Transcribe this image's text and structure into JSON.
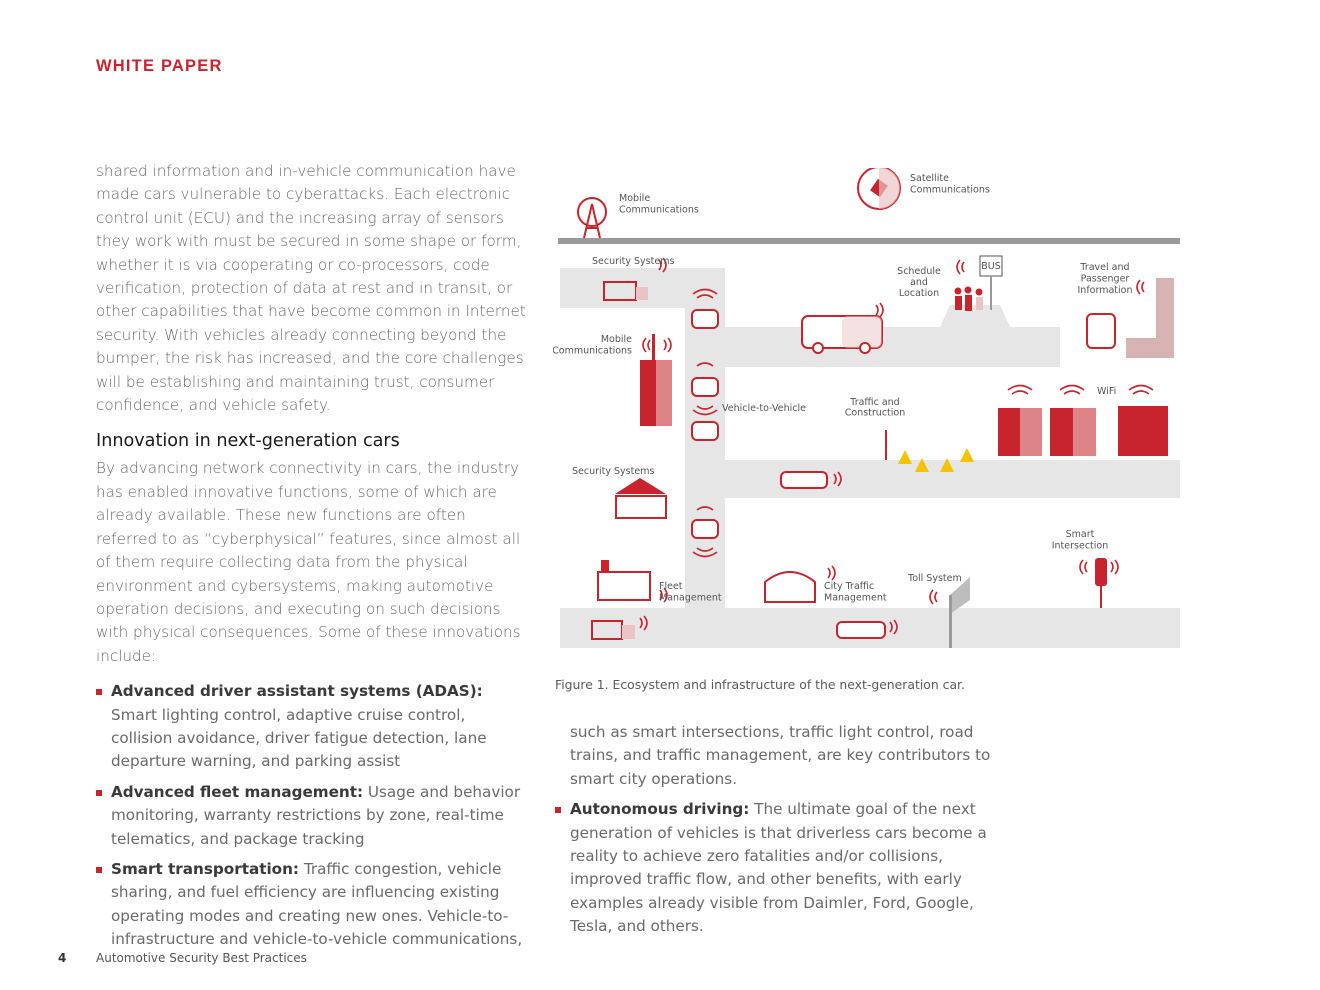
{
  "header": {
    "label": "WHITE PAPER"
  },
  "left": {
    "intro": "shared information and in-vehicle communication have made cars vulnerable to cyberattacks. Each electronic control unit (ECU) and the increasing array of sensors they work with must be secured in some shape or form, whether it is via cooperating or co-processors, code verification, protection of data at rest and in transit, or other capabilities that have become common in Internet security. With vehicles already connecting beyond the bumper, the risk has increased, and the core challenges will be establishing and maintaining trust, consumer confidence, and vehicle safety.",
    "heading": "Innovation in next-generation cars",
    "para": "By advancing network connectivity in cars, the industry has enabled innovative functions, some of which are already available. These new functions are often referred to as “cyberphysical” features, since almost all of them require collecting data from the physical environment and cybersystems, making automotive operation decisions, and executing on such decisions with physical consequences. Some of these innovations include:",
    "bullets": [
      {
        "term": "Advanced driver assistant systems (ADAS):",
        "text": " Smart lighting control, adaptive cruise control, collision avoidance, driver fatigue detection, lane departure warning, and parking assist"
      },
      {
        "term": "Advanced fleet management:",
        "text": " Usage and behavior monitoring, warranty restrictions by zone, real-time telematics, and package tracking"
      },
      {
        "term": "Smart transportation:",
        "text": " Traffic congestion, vehicle sharing, and fuel efficiency are influencing existing operating modes and creating new ones. Vehicle-to-infrastructure and vehicle-to-vehicle communications,"
      }
    ]
  },
  "right": {
    "continuation": "such as smart intersections, traffic light control, road trains, and traffic management, are key contributors to smart city operations.",
    "bullet": {
      "term": "Autonomous driving:",
      "text": " The ultimate goal of the next generation of vehicles is that driverless cars become a reality to achieve zero fatalities and/or collisions, improved traffic flow, and other benefits, with early examples already visible from Daimler, Ford, Google, Tesla, and others."
    }
  },
  "figure": {
    "caption": "Figure 1. Ecosystem and infrastructure of the next-generation car.",
    "labels": {
      "mobile_top": [
        "Mobile",
        "Communications"
      ],
      "satellite": [
        "Satellite",
        "Communications"
      ],
      "security_1": "Security Systems",
      "schedule": [
        "Schedule",
        "and",
        "Location"
      ],
      "bus_sign": "BUS",
      "travel": [
        "Travel and",
        "Passenger",
        "Information"
      ],
      "mobile_mid": [
        "Mobile",
        "Communications"
      ],
      "v2v": "Vehicle-to-Vehicle",
      "traffic": [
        "Traffic and",
        "Construction"
      ],
      "wifi": "WiFi",
      "security_2": "Security Systems",
      "smart_int": [
        "Smart",
        "Intersection"
      ],
      "fleet": [
        "Fleet",
        "Management"
      ],
      "city_traffic": [
        "City Traffic",
        "Management"
      ],
      "toll": "Toll System"
    },
    "colors": {
      "red": "#c7242d",
      "pink": "#e9c4c4",
      "road": "#e6e6e6",
      "rail": "#9a9a9a"
    }
  },
  "footer": {
    "page": "4",
    "title": "Automotive Security Best Practices"
  }
}
